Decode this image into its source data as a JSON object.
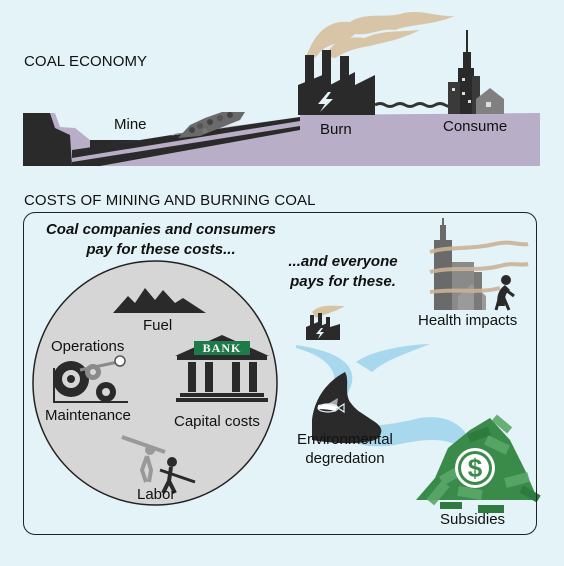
{
  "economy": {
    "title": "COAL ECONOMY",
    "mine_label": "Mine",
    "burn_label": "Burn",
    "consume_label": "Consume"
  },
  "costs": {
    "title": "COSTS OF MINING AND BURNING COAL",
    "companies_line1": "Coal companies and consumers",
    "companies_line2": "pay for these costs...",
    "everyone_line1": "...and everyone",
    "everyone_line2": "pays for these.",
    "fuel": "Fuel",
    "operations": "Operations",
    "maintenance": "Maintenance",
    "bank": "BANK",
    "capital": "Capital costs",
    "labor": "Labor",
    "health": "Health impacts",
    "env_line1": "Environmental",
    "env_line2": "degredation",
    "subsidies": "Subsidies",
    "dollar": "$"
  },
  "colors": {
    "ground": "#b8aec8",
    "smoke": "#d8c3a3",
    "dark": "#2a2a2a",
    "water": "#a8d8ee",
    "money": "#3a8a4a",
    "circle": "#d6d6d6"
  }
}
